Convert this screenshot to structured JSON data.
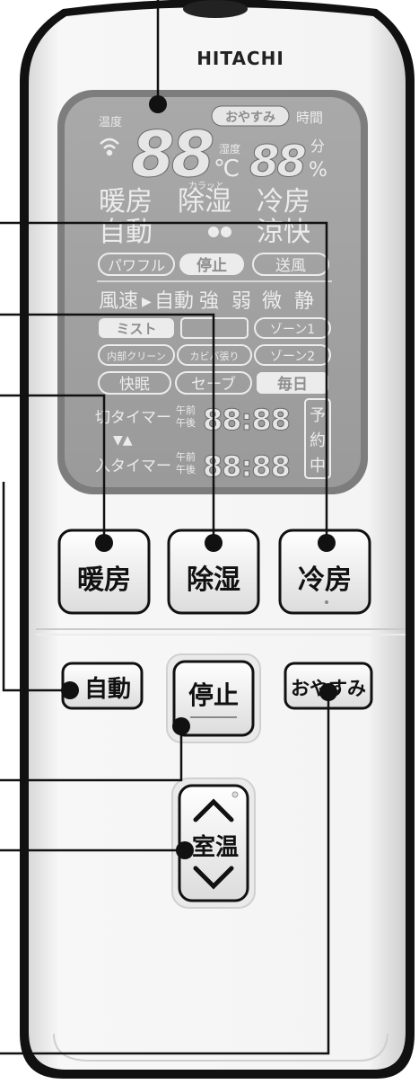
{
  "brand": "HITACHI",
  "lcd": {
    "left_column": [
      {
        "label": "温度"
      },
      {
        "label": "ワイヤレス"
      }
    ],
    "big_digits": "88",
    "oyasumi_badge": "おやすみ",
    "time_label": "時間",
    "unit_c": "℃",
    "humidity_label": "湿度",
    "small_digits": "88",
    "unit_min": "分",
    "unit_pct": "%",
    "modes_row1": [
      "暖房",
      "除湿",
      "冷房"
    ],
    "karatto": "カラッと",
    "modes_row2": [
      "自動",
      "涼快"
    ],
    "modes_row3": [
      "パワフル",
      "停止",
      "送風"
    ],
    "fan_row": [
      "風速",
      "自動",
      "強",
      "弱",
      "微",
      "静"
    ],
    "row_a": [
      "ミスト",
      "ゾーン1"
    ],
    "row_b": [
      "内部クリーン",
      "カビバ張り",
      "ゾーン2"
    ],
    "row_c": [
      "快眠",
      "セーブ",
      "毎日"
    ],
    "timer_off": "切タイマー",
    "timer_on": "入タイマー",
    "am": "午前",
    "pm": "午後",
    "timer_digits": "88:88",
    "reserve": [
      "予",
      "約",
      "中"
    ]
  },
  "buttons": {
    "heat": "暖房",
    "dehumid": "除湿",
    "cool": "冷房",
    "auto": "自動",
    "stop": "停止",
    "sleep": "おやすみ",
    "temp": "室温"
  }
}
